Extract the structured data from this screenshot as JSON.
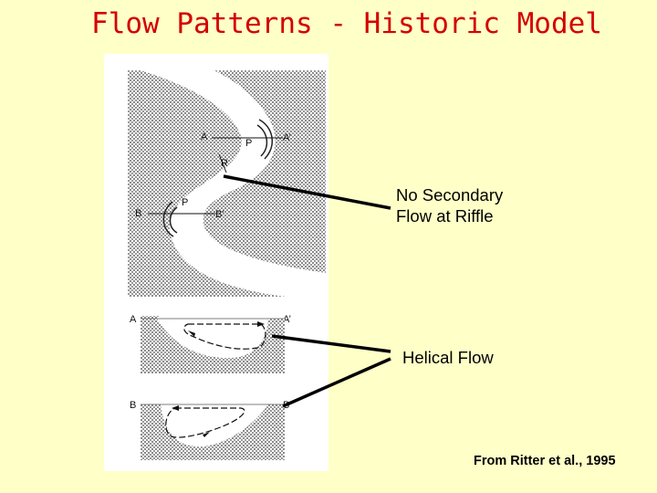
{
  "title": "Flow Patterns - Historic Model",
  "figure": {
    "plan_labels": {
      "a": "A",
      "a_prime": "A’",
      "p1": "P",
      "r": "R",
      "p2": "P",
      "b": "B",
      "b_prime": "B’"
    },
    "section_a": {
      "left": "A",
      "right": "A’"
    },
    "section_b": {
      "left": "B",
      "right": "B’"
    }
  },
  "callouts": {
    "riffle": [
      "No Secondary",
      "Flow at Riffle"
    ],
    "helical": "Helical Flow"
  },
  "credit": "From Ritter et al., 1995",
  "colors": {
    "background": "#ffffc8",
    "title": "#d40000",
    "stipple": "#a6a6a6",
    "channel": "#ffffff"
  }
}
